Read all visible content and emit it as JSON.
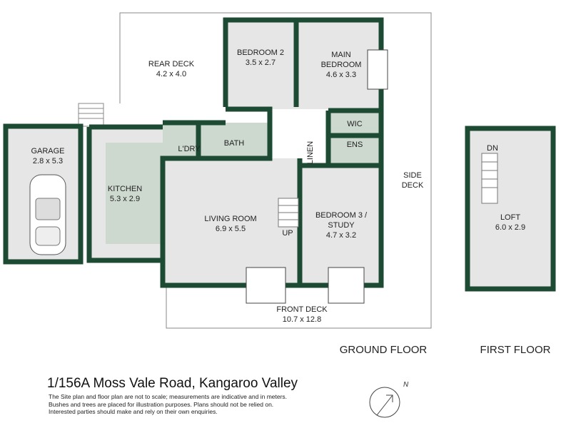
{
  "rooms": {
    "rear_deck": {
      "name": "REAR DECK",
      "size": "4.2 x 4.0"
    },
    "bedroom2": {
      "name": "BEDROOM 2",
      "size": "3.5 x 2.7"
    },
    "main_bedroom": {
      "name1": "MAIN",
      "name2": "BEDROOM",
      "size": "4.6 x 3.3"
    },
    "wic": {
      "name": "WIC"
    },
    "ens": {
      "name": "ENS"
    },
    "linen": {
      "name": "LINEN"
    },
    "bath": {
      "name": "BATH"
    },
    "laundry": {
      "name": "L'DRY"
    },
    "garage": {
      "name": "GARAGE",
      "size": "2.8 x 5.3"
    },
    "kitchen": {
      "name": "KITCHEN",
      "size": "5.3 x 2.9"
    },
    "living": {
      "name": "LIVING ROOM",
      "size": "6.9 x 5.5"
    },
    "bedroom3": {
      "name1": "BEDROOM 3 /",
      "name2": "STUDY",
      "size": "4.7 x 3.2"
    },
    "side_deck": {
      "name1": "SIDE",
      "name2": "DECK"
    },
    "front_deck": {
      "name": "FRONT DECK",
      "size": "10.7 x 12.8"
    },
    "stairs_up": "UP",
    "stairs_dn": "DN",
    "loft": {
      "name": "LOFT",
      "size": "6.0 x 2.9"
    }
  },
  "floors": {
    "ground": "GROUND FLOOR",
    "first": "FIRST FLOOR"
  },
  "address": "1/156A Moss Vale Road, Kangaroo Valley",
  "disclaimer": [
    "The Site plan and floor plan are not to scale; measurements are indicative and in meters.",
    "Bushes and trees are placed for illustration purposes. Plans should not be relied on.",
    "Interested parties should make and rely on their own enquiries."
  ],
  "compass": {
    "label": "N"
  },
  "colors": {
    "wall": "#1d4a33",
    "floor": "#e6e6e6",
    "wet": "#cdd9cf"
  }
}
